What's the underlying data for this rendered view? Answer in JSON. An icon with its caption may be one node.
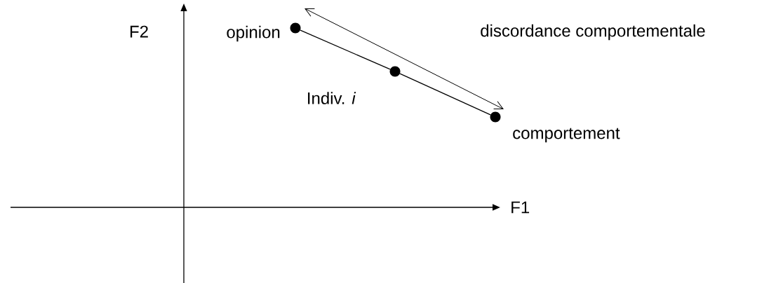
{
  "diagram": {
    "nodes": [
      {
        "text": [],
        "shape": "circle",
        "beside": [
          "opinion"
        ]
      },
      {
        "text": [],
        "shape": "circle",
        "beside": [
          "Indiv. *i*"
        ]
      },
      {
        "text": [],
        "shape": "circle",
        "beside": [
          "comportement"
        ]
      }
    ],
    "edges": [
      {
        "from": 0,
        "to": 1,
        "arrow": "none"
      },
      {
        "from": 1,
        "to": 2,
        "arrow": "none"
      }
    ],
    "labels": [
      "F2",
      "discordance comportementale",
      "F1"
    ]
  }
}
